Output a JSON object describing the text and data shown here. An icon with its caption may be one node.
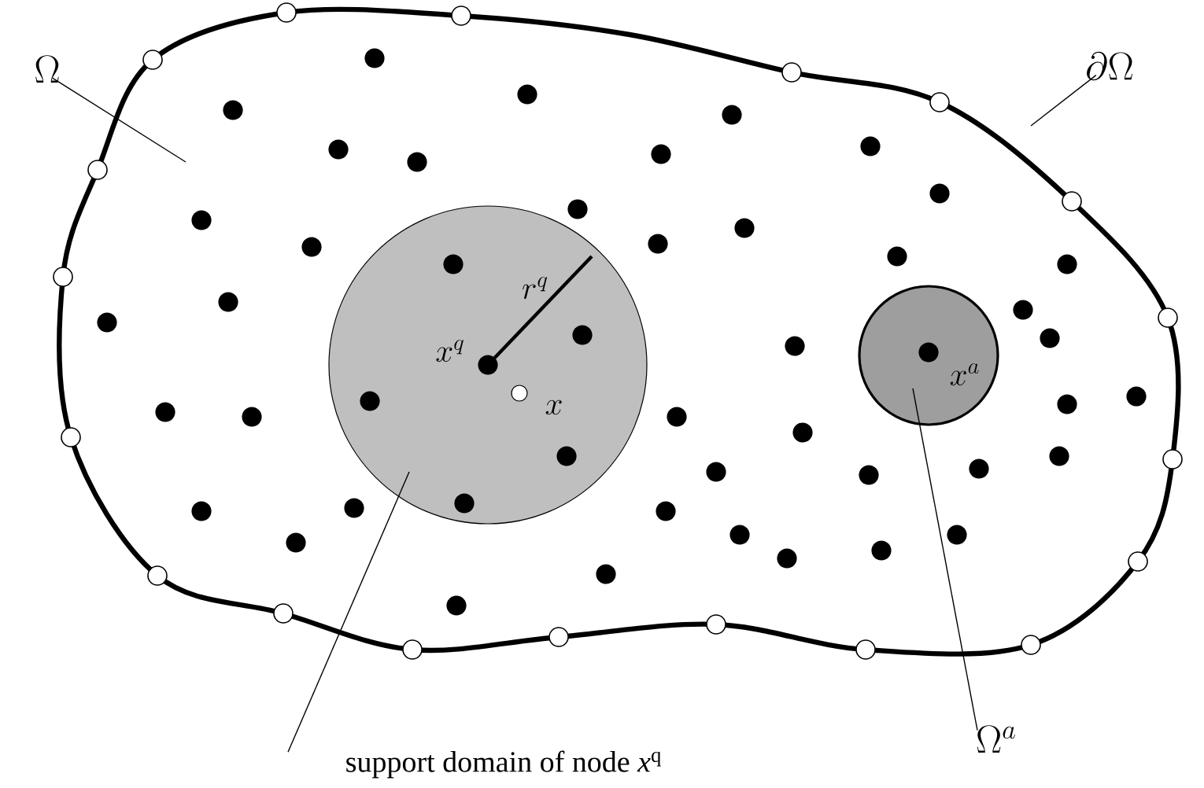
{
  "diagram": {
    "nodes": [
      {
        "text": [
          "\\Omega"
        ]
      },
      {
        "text": [],
        "shape": "region"
      },
      {
        "text": [
          "\\partial\\Omega"
        ]
      },
      {
        "text": [],
        "shape": "circle",
        "in": 1
      },
      {
        "text": [
          "support domain of node *x*$^{q}$"
        ]
      },
      {
        "text": [],
        "shape": "circle",
        "in": 1
      },
      {
        "text": [
          "\\Omega^{a}"
        ]
      }
    ],
    "edges": [
      {
        "from": 0,
        "to": 1,
        "arrow": "none"
      },
      {
        "from": 2,
        "to": 1,
        "arrow": "none"
      },
      {
        "from": 4,
        "to": 3,
        "arrow": "none"
      },
      {
        "from": 6,
        "to": 5,
        "arrow": "none"
      }
    ],
    "labels": [
      "r^{q}",
      "x^{q}",
      "x",
      "x^{a}"
    ]
  }
}
